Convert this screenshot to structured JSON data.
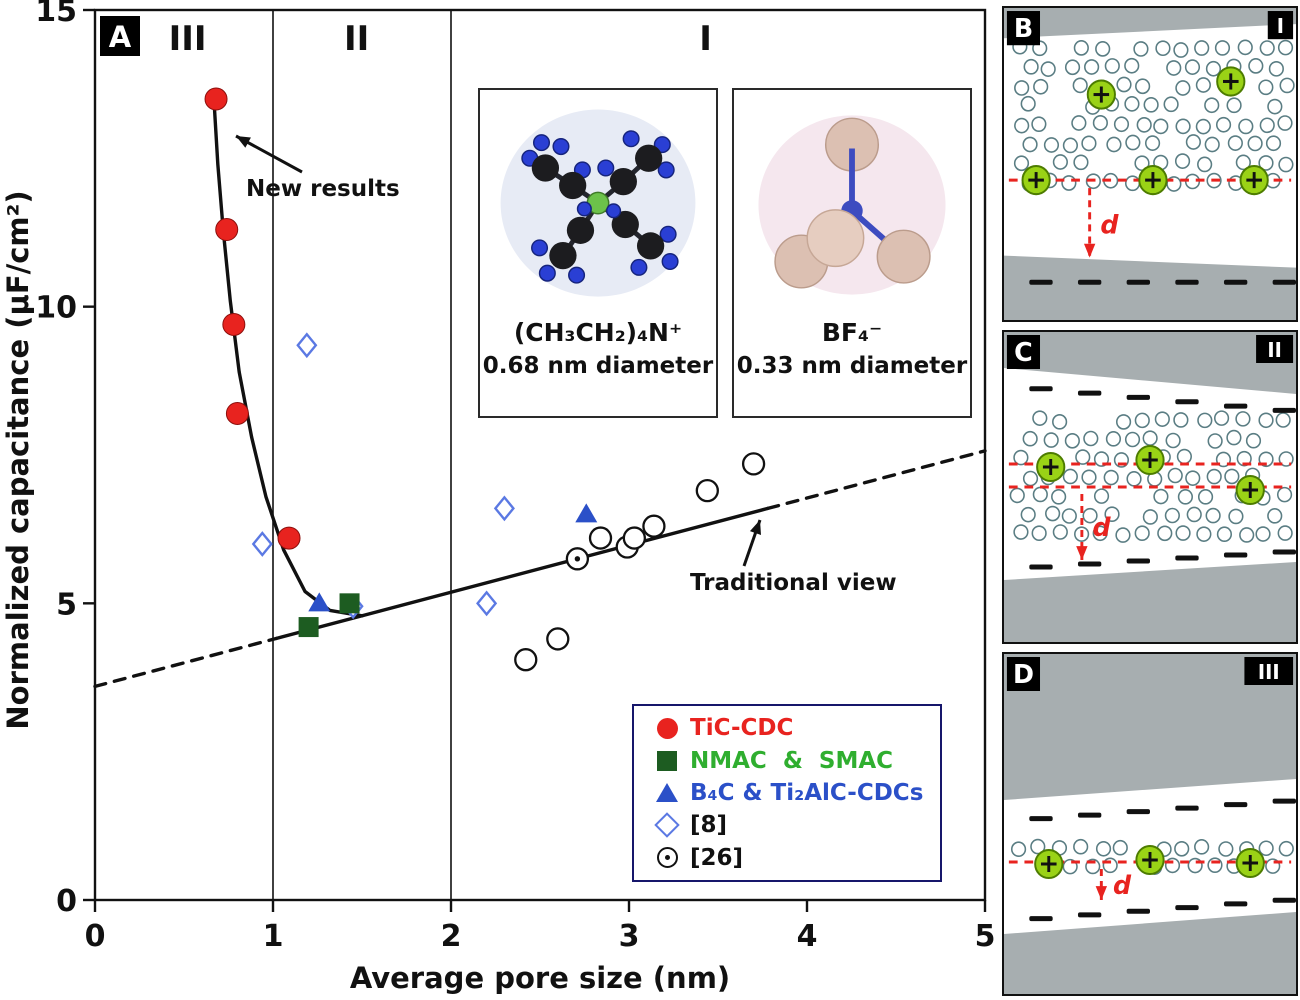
{
  "figure": {
    "colors": {
      "ion_green": "#9ad216",
      "electrode_gray": "#a7aeb0",
      "highlight_red": "#e8231f"
    },
    "panel_a": {
      "label": "A",
      "annotations": {
        "new_results": "New results",
        "traditional_view": "Traditional view"
      },
      "inset": {
        "cation": {
          "formula": "(CH₃CH₂)₄N⁺",
          "caption": "0.68 nm diameter"
        },
        "anion": {
          "formula": "BF₄⁻",
          "caption": "0.33 nm diameter"
        }
      },
      "legend": {
        "items": [
          {
            "marker": "filled-circle",
            "color": "#e8231f",
            "label": "TiC-CDC",
            "label_color": "#e8231f"
          },
          {
            "marker": "filled-square",
            "color": "#1d5c21",
            "label": "NMAC  &  SMAC",
            "label_color": "#2fae2f"
          },
          {
            "marker": "filled-triangle",
            "color": "#2b50c8",
            "label": "B₄C & Ti₂AlC-CDCs",
            "label_color": "#2b50c8"
          },
          {
            "marker": "open-diamond",
            "color": "#5b79e3",
            "label": "[8]",
            "label_color": "#111111"
          },
          {
            "marker": "open-circle-dot",
            "color": "#111111",
            "label": "[26]",
            "label_color": "#111111"
          }
        ]
      }
    },
    "side_panels": [
      {
        "letter": "B",
        "region": "I",
        "distance_label": "d"
      },
      {
        "letter": "C",
        "region": "II",
        "distance_label": "d"
      },
      {
        "letter": "D",
        "region": "III",
        "distance_label": "d"
      }
    ]
  },
  "chart_data": {
    "type": "scatter",
    "xlabel": "Average pore size (nm)",
    "ylabel": "Normalized capacitance (μF/cm²)",
    "xlim": [
      0,
      5
    ],
    "ylim": [
      0,
      15
    ],
    "xticks": [
      0,
      1,
      2,
      3,
      4,
      5
    ],
    "yticks": [
      0,
      5,
      10,
      15
    ],
    "region_dividers_x": [
      1,
      2
    ],
    "regions": [
      {
        "label": "III",
        "x": 0.52
      },
      {
        "label": "II",
        "x": 1.47
      },
      {
        "label": "I",
        "x": 3.43
      }
    ],
    "series": [
      {
        "name": "TiC-CDC",
        "marker": "filled-circle",
        "color": "#e8231f",
        "points": [
          [
            0.68,
            13.5
          ],
          [
            0.74,
            11.3
          ],
          [
            0.78,
            9.7
          ],
          [
            0.8,
            8.2
          ],
          [
            1.09,
            6.1
          ]
        ]
      },
      {
        "name": "NMAC & SMAC",
        "marker": "filled-square",
        "color": "#1d5c21",
        "points": [
          [
            1.2,
            4.6
          ],
          [
            1.43,
            5.0
          ]
        ]
      },
      {
        "name": "B₄C & Ti₂AlC-CDCs",
        "marker": "filled-triangle",
        "color": "#2b50c8",
        "points": [
          [
            1.26,
            5.0
          ],
          [
            2.76,
            6.5
          ]
        ]
      },
      {
        "name": "[8]",
        "marker": "open-diamond",
        "color": "#5b79e3",
        "points": [
          [
            0.94,
            6.0
          ],
          [
            1.19,
            9.35
          ],
          [
            1.45,
            4.95
          ],
          [
            2.2,
            5.0
          ],
          [
            2.3,
            6.6
          ]
        ]
      },
      {
        "name": "[26]",
        "marker": "open-circle",
        "color": "#111111",
        "points": [
          [
            2.42,
            4.05
          ],
          [
            2.6,
            4.4
          ],
          [
            2.71,
            5.75,
            "dot"
          ],
          [
            2.84,
            6.1
          ],
          [
            2.99,
            5.95
          ],
          [
            3.03,
            6.1
          ],
          [
            3.14,
            6.3
          ],
          [
            3.44,
            6.9
          ],
          [
            3.7,
            7.35
          ]
        ]
      }
    ],
    "curves": [
      {
        "name": "new-results-curve",
        "style": "solid",
        "points": [
          [
            0.67,
            13.4
          ],
          [
            0.69,
            12.4
          ],
          [
            0.72,
            11.3
          ],
          [
            0.76,
            10.1
          ],
          [
            0.81,
            8.9
          ],
          [
            0.88,
            7.8
          ],
          [
            0.96,
            6.8
          ],
          [
            1.06,
            5.9
          ],
          [
            1.18,
            5.2
          ],
          [
            1.32,
            4.88
          ],
          [
            1.5,
            4.79
          ]
        ]
      },
      {
        "name": "traditional-line-dashed-left",
        "style": "dashed",
        "points": [
          [
            0,
            3.6
          ],
          [
            1.02,
            4.41
          ]
        ]
      },
      {
        "name": "traditional-line-solid",
        "style": "solid",
        "points": [
          [
            1.02,
            4.41
          ],
          [
            3.78,
            6.6
          ]
        ]
      },
      {
        "name": "traditional-line-dashed-right",
        "style": "dashed",
        "points": [
          [
            3.78,
            6.6
          ],
          [
            5.0,
            7.57
          ]
        ]
      }
    ]
  }
}
